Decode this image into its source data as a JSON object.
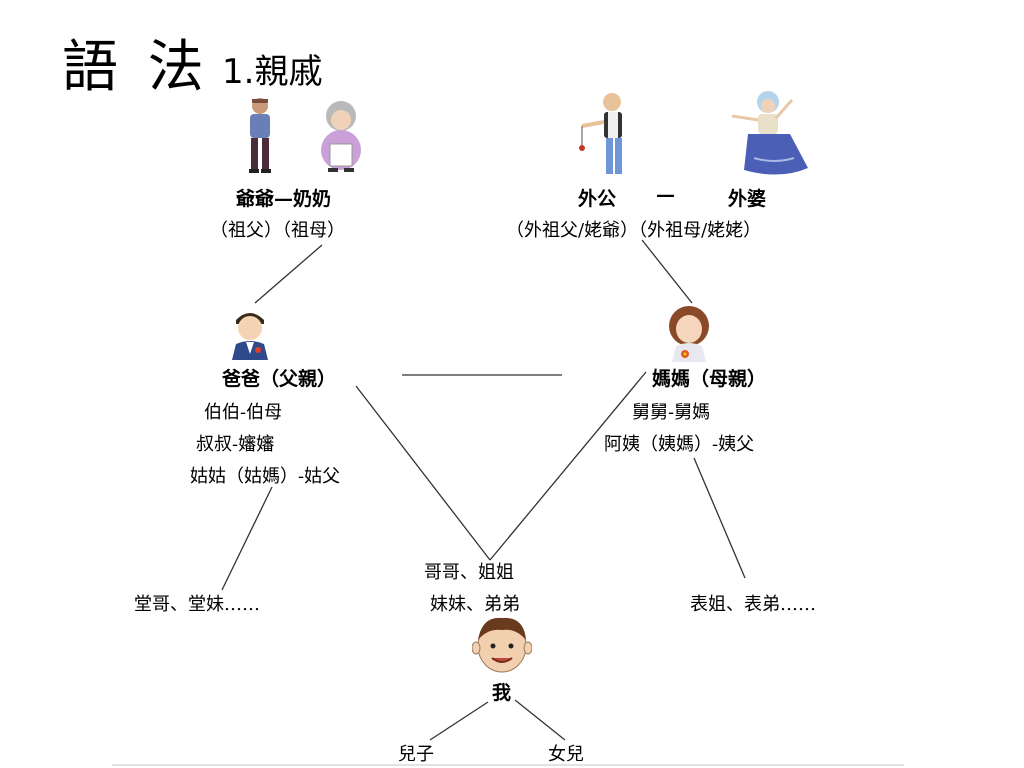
{
  "title": {
    "main": "語 法",
    "sub": "1.親戚"
  },
  "paternal_grandparents": {
    "names": "爺爺—奶奶",
    "formal": "（祖父）（祖母）"
  },
  "maternal_grandparents": {
    "grandfather": "外公",
    "dash": "—",
    "grandmother": "外婆",
    "formal": "（外祖父/姥爺）（外祖母/姥姥）"
  },
  "father": {
    "label": "爸爸（父親）",
    "relatives": [
      "伯伯-伯母",
      "叔叔-嬸嬸",
      "姑姑（姑媽）-姑父"
    ]
  },
  "mother": {
    "label": "媽媽（母親）",
    "relatives": [
      "舅舅-舅媽",
      "阿姨（姨媽）-姨父"
    ]
  },
  "siblings": {
    "line1": "哥哥、姐姐",
    "line2": "妹妹、弟弟"
  },
  "paternal_cousins": "堂哥、堂妹……",
  "maternal_cousins": "表姐、表弟……",
  "self": "我",
  "children": {
    "son": "兒子",
    "daughter": "女兒"
  },
  "icons": [
    "grandfather-figure-icon",
    "grandmother-figure-icon",
    "maternal-grandfather-figure-icon",
    "maternal-grandmother-figure-icon",
    "father-figure-icon",
    "mother-figure-icon",
    "me-face-icon"
  ]
}
